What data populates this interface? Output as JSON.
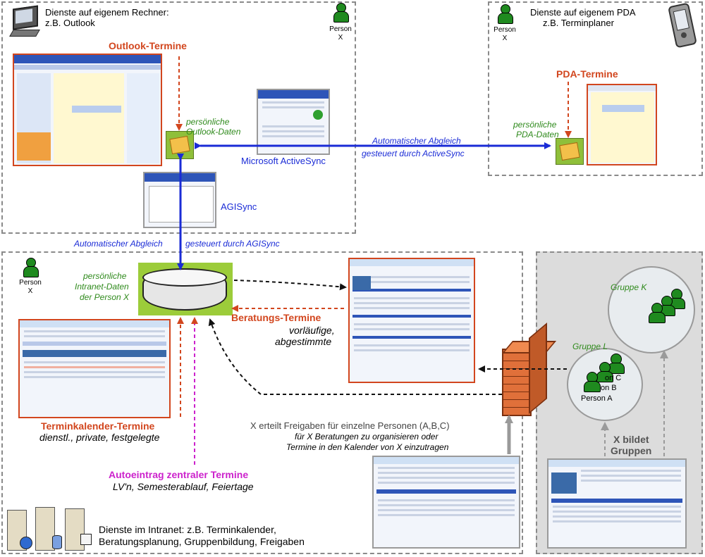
{
  "regions": {
    "outlook_pc": {
      "line1": "Dienste auf eigenem Rechner:",
      "line2": "z.B. Outlook"
    },
    "pda": {
      "line1": "Dienste auf eigenem PDA",
      "line2": "z.B. Terminplaner"
    },
    "intranet": {
      "line1": "Dienste im Intranet: z.B. Terminkalender,",
      "line2": "Beratungsplanung, Gruppenbildung, Freigaben"
    }
  },
  "persons": {
    "person_label": "Person",
    "person_x": "X"
  },
  "outlook": {
    "title": "Outlook-Termine",
    "data_line1": "persönliche",
    "data_line2": "Outlook-Daten"
  },
  "pda_box": {
    "title": "PDA-Termine",
    "data_line1": "persönliche",
    "data_line2": "PDA-Daten"
  },
  "sync": {
    "activesync_label": "Microsoft ActiveSync",
    "auto1_line1": "Automatischer Abgleich",
    "auto1_line2": "gesteuert durch ActiveSync",
    "agisync_label": "AGISync",
    "auto2_part1": "Automatischer Abgleich",
    "auto2_part2": "gesteuert durch AGISync"
  },
  "intranet_data": {
    "line1": "persönliche",
    "line2": "Intranet-Daten",
    "line3": "der Person X"
  },
  "beratung": {
    "title": "Beratungs-Termine",
    "sub1": "vorläufige,",
    "sub2": "abgestimmte"
  },
  "terminkalender": {
    "title": "Terminkalender-Termine",
    "sub": "dienstl., private, festgelegte"
  },
  "autoeintrag": {
    "title": "Autoeintrag zentraler Termine",
    "sub": "LV'n, Semesterablauf, Feiertage"
  },
  "freigaben": {
    "line1": "X erteilt Freigaben für einzelne Personen (A,B,C)",
    "line2": "für X Beratungen zu organisieren oder",
    "line3": "Termine in den Kalender von X einzutragen"
  },
  "gruppen": {
    "gruppe_k": "Gruppe K",
    "gruppe_l": "Gruppe L",
    "person_a": "Person A",
    "person_b": "on B",
    "person_c": "on C",
    "x_bildet_line1": "X bildet",
    "x_bildet_line2": "Gruppen"
  },
  "colors": {
    "orange_red": "#d2461e",
    "green": "#2f8a1c",
    "blue": "#1a2bd6",
    "magenta": "#cc22cc",
    "grey": "#8a8a8a"
  }
}
